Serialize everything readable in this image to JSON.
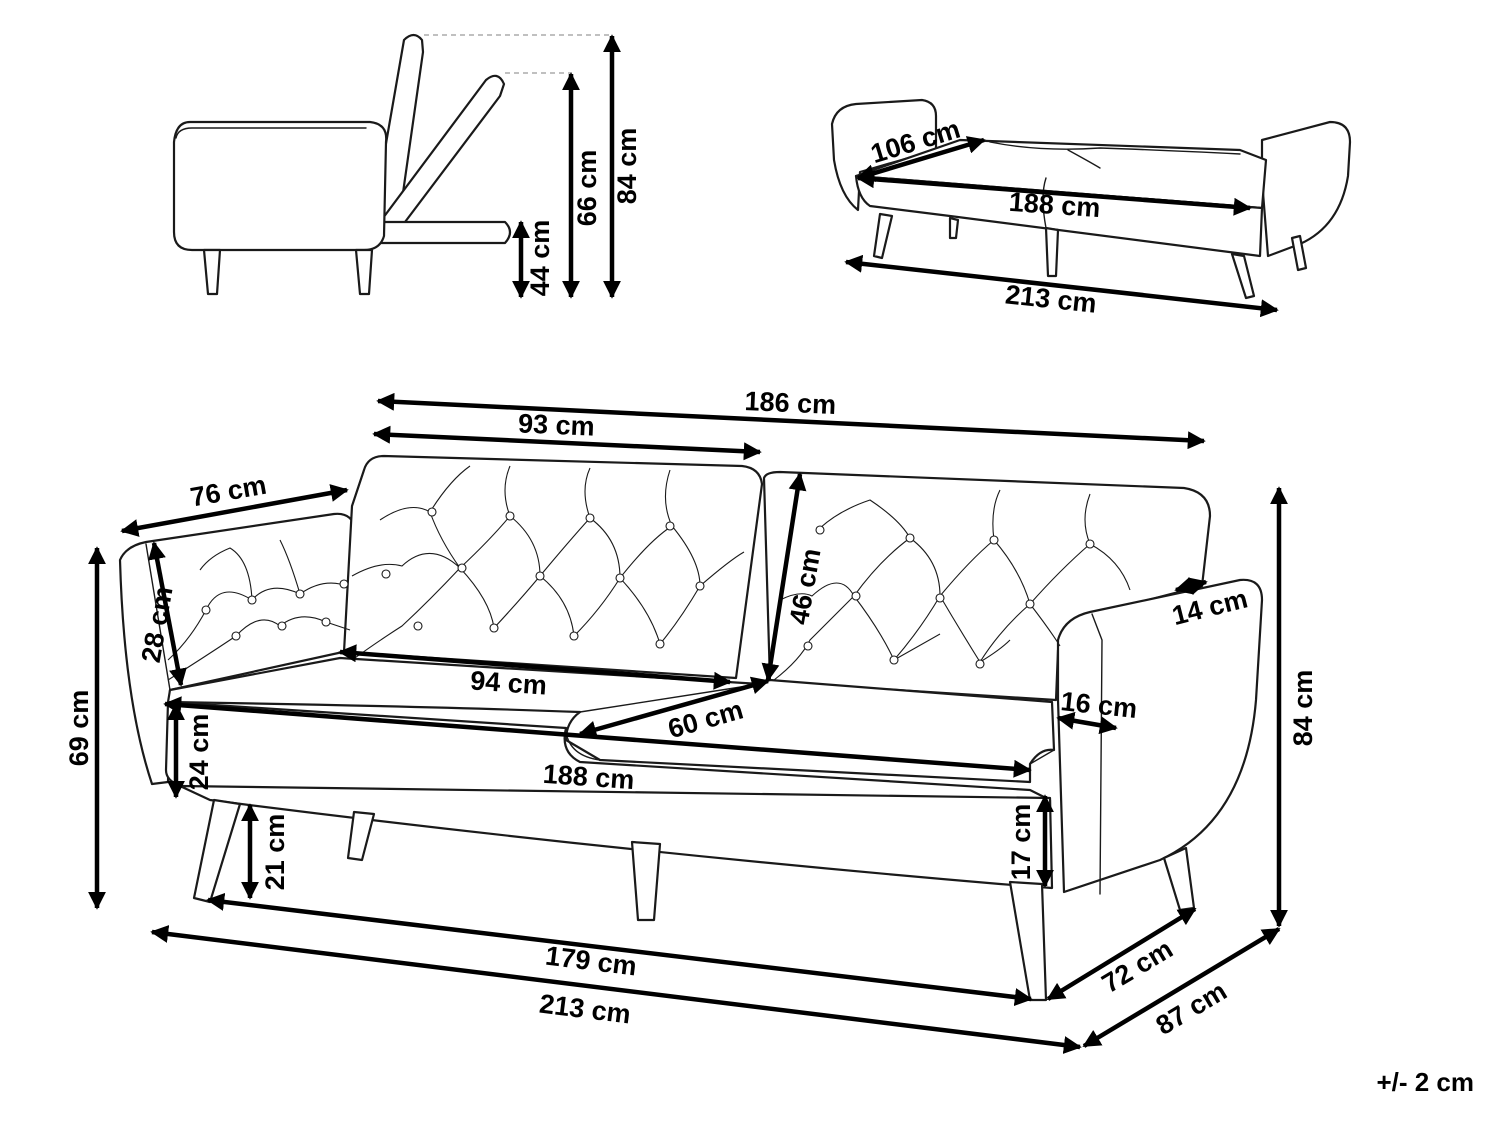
{
  "colors": {
    "ink": "#000000",
    "paper": "#ffffff",
    "guide": "#9a9a9a"
  },
  "dimensions": {
    "side_backrest_top": "84 cm",
    "side_backrest_mid": "66 cm",
    "side_bed_height": "44 cm",
    "bed_depth": "106 cm",
    "bed_length": "188 cm",
    "bed_total_width": "213 cm",
    "back_total_width": "186 cm",
    "back_cushion_width": "93 cm",
    "arm_length": "76 cm",
    "arm_height": "28 cm",
    "back_height": "46 cm",
    "arm_thickness_top": "14 cm",
    "seat_cushion_width": "94 cm",
    "seat_depth": "60 cm",
    "arm_thickness_inner": "16 cm",
    "seat_height": "24 cm",
    "seat_length": "188 cm",
    "front_height": "69 cm",
    "rear_height": "84 cm",
    "leg_height": "21 cm",
    "base_clearance": "17 cm",
    "leg_span": "179 cm",
    "total_width": "213 cm",
    "leg_depth": "72 cm",
    "total_depth": "87 cm"
  },
  "tolerance": "+/- 2 cm"
}
